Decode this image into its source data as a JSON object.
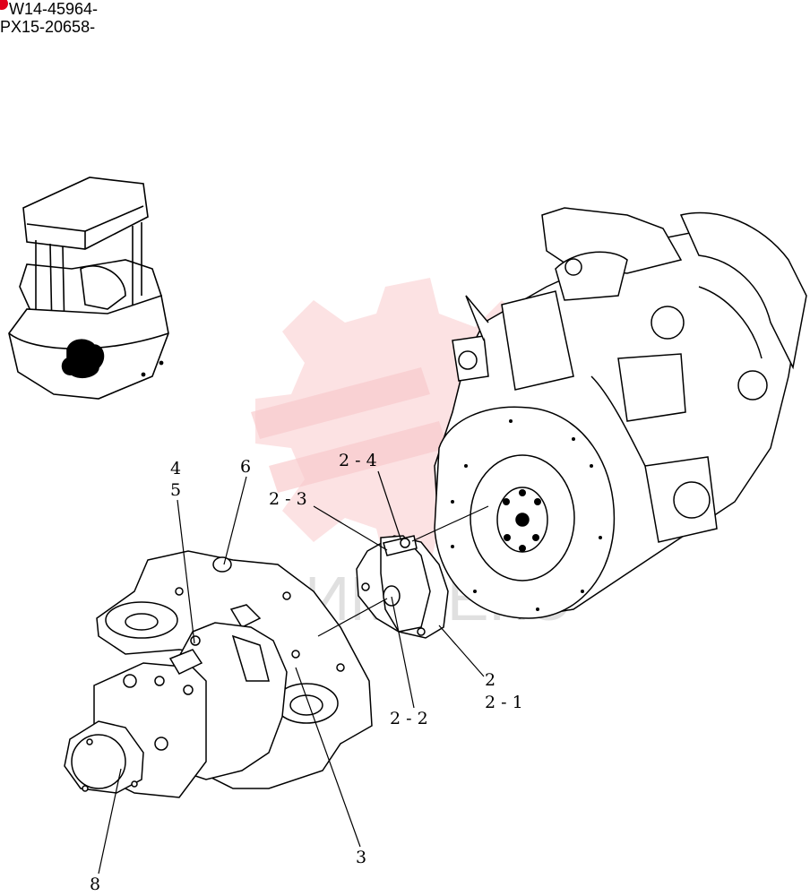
{
  "serial_numbers": [
    "W14-45964-",
    "PX15-20658-"
  ],
  "accent_color": "#e0001b",
  "watermark_color": "#f4a0a4",
  "watermark_text": "ИМПЕКС",
  "callouts": {
    "c4": "4",
    "c5": "5",
    "c6": "6",
    "c2_3": "2 - 3",
    "c2_4": "2 - 4",
    "c2": "2",
    "c2_1": "2 - 1",
    "c2_2": "2 - 2",
    "c3": "3",
    "c8": "8"
  }
}
